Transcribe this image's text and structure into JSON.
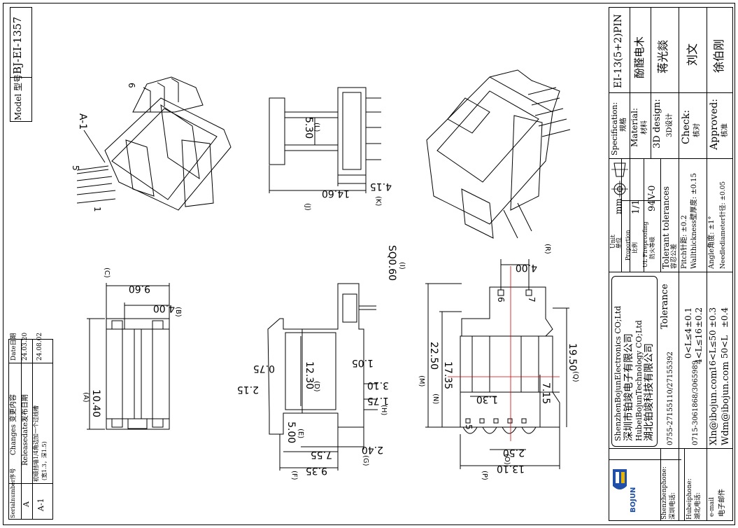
{
  "model": {
    "label": "Model 型号",
    "value": "BJ-EI-1357"
  },
  "changes": {
    "col_serial": "Serialnumber序号",
    "col_change": "Changes 变更内容",
    "col_date": "Date日期",
    "rows": [
      {
        "serial": "A",
        "change": "Releasedate发布日期",
        "date": "24.03.20"
      },
      {
        "serial": "A-1",
        "change": "初级挡墙1/4角边加一个过线槽",
        "change2": "(宽1.3，深1.5)",
        "date": "24.08.02"
      }
    ]
  },
  "title_block": {
    "specification_label": "Specification:",
    "specification_cn": "规格",
    "specification_value": "EI-13(5+2)PIN",
    "material_label": "Material:",
    "material_cn": "材料",
    "material_value": "酚醛电木",
    "design_label": "3D design:",
    "design_cn": "3D设计",
    "design_value": "蒋光燚",
    "check_label": "Check:",
    "check_cn": "核对",
    "check_value": "刘文",
    "approved_label": "Approved:",
    "approved_cn": "核准",
    "approved_value": "徐伯刚",
    "unit_label": "Unit",
    "unit_cn": "单位",
    "unit_value": "mm",
    "proportion_label": "Proportion",
    "proportion_cn": "比例",
    "proportion_value": "1/1",
    "ul_label": "UL Fireproofing",
    "ul_cn": "防火等级",
    "ul_value": "94V-0",
    "tolerance_label": "Tolerant tolerances",
    "tolerance_cn": "容忍公差",
    "pitch": "Pitch针距: ±0.2",
    "wall": "Wallthickness壁厚度: ±0.15",
    "angle": "Angle角度: ±1°",
    "needle": "Needlediameter针径: ±0.05",
    "tol_title": "Tolerance",
    "tol_rows": [
      {
        "range": "0<L≤4",
        "tol": "±0.1"
      },
      {
        "range": "4<L≤16",
        "tol": "±0.2"
      },
      {
        "range": "16<L≤50",
        "tol": "±0.3"
      },
      {
        "range": "50<L",
        "tol": "±0.4"
      }
    ]
  },
  "company": {
    "sz_en": "ShenzhenBojunElectronics CO;Ltd",
    "sz_cn": "深圳市铂竣电子有限公司",
    "hb_en": "HubeiBojunTechnology CO;Ltd",
    "hb_cn": "湖北铂竣科技有限公司",
    "logo_text": "BOJUN",
    "sz_phone_label": "Shenzhenphone:",
    "sz_phone_cn": "深圳电话:",
    "sz_phone": "0755-27155110/27155392",
    "hb_phone_label": "Hubeiphone:",
    "hb_phone_cn": "湖北电话:",
    "hb_phone": "0715-3061868/3065989",
    "email_label": "e-mail",
    "email_cn": "电子邮件",
    "email1": "Xln@ibojun.com",
    "email2": "Wdm@ibojun.com"
  },
  "drawing": {
    "a1": "A-1",
    "pin5": "5",
    "pin1": "1",
    "pin6": "6",
    "pin7": "7",
    "dims": {
      "C": "9.60",
      "C_letter": "(C)",
      "B": "4.00",
      "B_letter": "(B)",
      "A": "10.40",
      "A_letter": "(A)",
      "L": "5.30",
      "L_letter": "(L)",
      "J": "14.60",
      "J_letter": "(J)",
      "K": "4.15",
      "K_letter": "(K)",
      "I": "SQ0.60",
      "I_letter": "(I)",
      "d075": "0.75",
      "d215": "2.15",
      "D": "12.30",
      "D_letter": "(D)",
      "d105": "1.05",
      "d310": "3.10",
      "d175": "1.75",
      "H_letter": "(H)",
      "E": "5.00",
      "E_letter": "(E)",
      "d755": "7.55",
      "G": "2.40",
      "G_letter": "(G)",
      "F": "9.35",
      "F_letter": "(F)",
      "R": "4.00",
      "R_letter": "(R)",
      "M": "22.50",
      "M_letter": "(M)",
      "N": "17.35",
      "N_letter": "(N)",
      "Q": "19.50",
      "Q_letter": "(Q)",
      "d130": "1.30",
      "d715": "7.15",
      "O": "2.50",
      "O_letter": "(O)",
      "P": "13.10",
      "P_letter": "(P)"
    }
  }
}
